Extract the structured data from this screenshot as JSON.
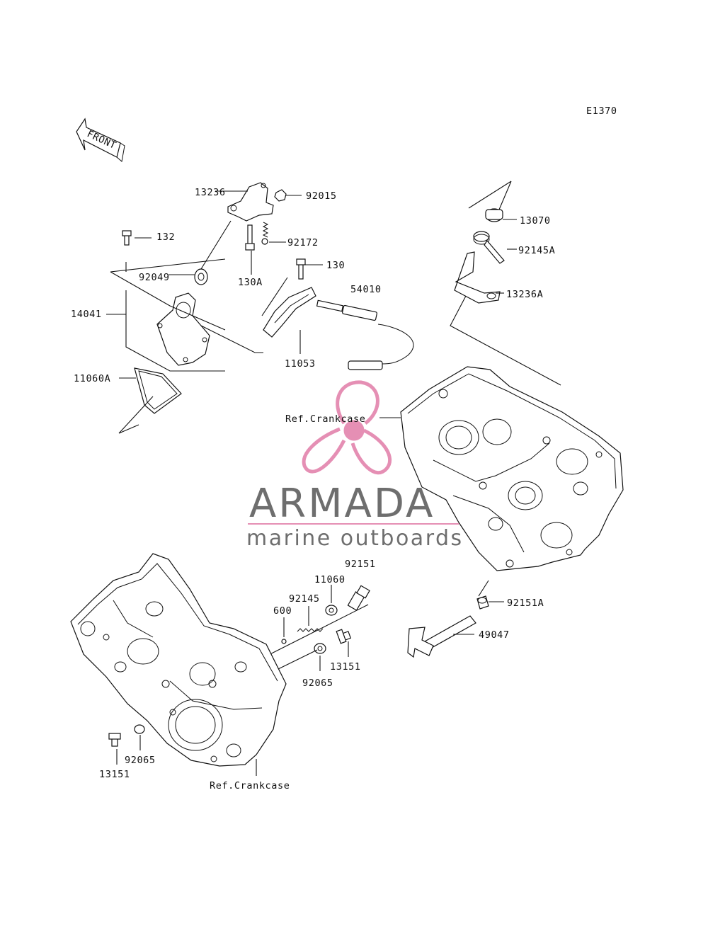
{
  "diagram_code": "E1370",
  "front_arrow": {
    "text": "FRONT",
    "icon": "front-arrow-icon"
  },
  "parts": [
    {
      "id": "p13236",
      "label": "13236"
    },
    {
      "id": "p92015",
      "label": "92015"
    },
    {
      "id": "p92172",
      "label": "92172"
    },
    {
      "id": "p132",
      "label": "132"
    },
    {
      "id": "p130A",
      "label": "130A"
    },
    {
      "id": "p130",
      "label": "130"
    },
    {
      "id": "p92049",
      "label": "92049"
    },
    {
      "id": "p54010",
      "label": "54010"
    },
    {
      "id": "p14041",
      "label": "14041"
    },
    {
      "id": "p11060A",
      "label": "11060A"
    },
    {
      "id": "p11053",
      "label": "11053"
    },
    {
      "id": "p13070",
      "label": "13070"
    },
    {
      "id": "p92145A",
      "label": "92145A"
    },
    {
      "id": "p13236A",
      "label": "13236A"
    },
    {
      "id": "refCrankcaseUpper",
      "label": "Ref.Crankcase"
    },
    {
      "id": "p92151",
      "label": "92151"
    },
    {
      "id": "p11060",
      "label": "11060"
    },
    {
      "id": "p92145",
      "label": "92145"
    },
    {
      "id": "p600",
      "label": "600"
    },
    {
      "id": "p92151A",
      "label": "92151A"
    },
    {
      "id": "p49047",
      "label": "49047"
    },
    {
      "id": "p13151a",
      "label": "13151"
    },
    {
      "id": "p92065a",
      "label": "92065"
    },
    {
      "id": "p92065b",
      "label": "92065"
    },
    {
      "id": "p13151b",
      "label": "13151"
    },
    {
      "id": "refCrankcaseLower",
      "label": "Ref.Crankcase"
    }
  ],
  "watermark": {
    "brand": "ARMADA",
    "tagline": "marine outboards",
    "logo_icon": "propeller-logo-icon",
    "colors": {
      "logo": "#e58fb4",
      "text": "#555555",
      "rule": "#e58fb4"
    }
  }
}
